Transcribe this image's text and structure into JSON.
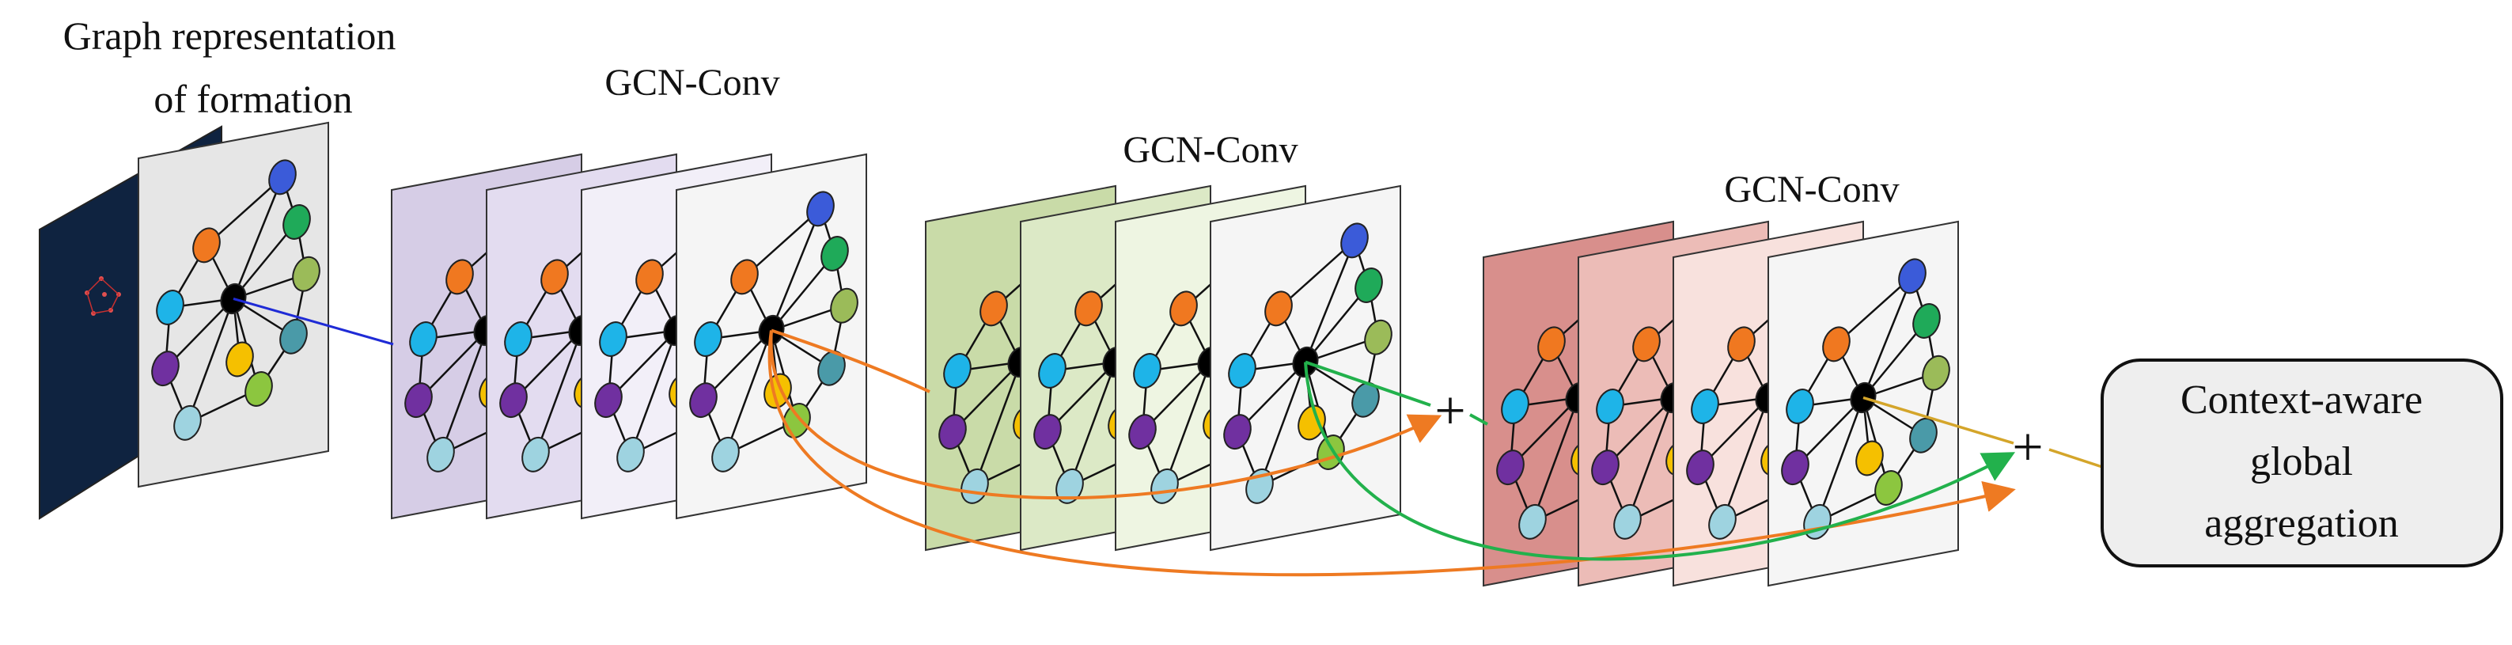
{
  "labels": {
    "input_title_line1": "Graph representation",
    "input_title_line2": "of formation",
    "block1": "GCN-Conv",
    "block2": "GCN-Conv",
    "block3": "GCN-Conv",
    "plus1": "+",
    "plus2": "+"
  },
  "output_box": {
    "line1": "Context-aware",
    "line2": "global",
    "line3": "aggregation"
  },
  "colors": {
    "block1_tints": [
      "#d6cde6",
      "#e3dcf0",
      "#f2eff8",
      "#f5f5f5"
    ],
    "block2_tints": [
      "#c9dba8",
      "#dce9c6",
      "#eef5e2",
      "#f5f5f5"
    ],
    "block3_tints": [
      "#d88f8c",
      "#ecbcb7",
      "#f8e1dd",
      "#f5f5f5"
    ],
    "input_dark": "#0f2340",
    "input_light": "#e6e6e6",
    "skip_orange": "#ee7a22",
    "skip_green": "#22b14c",
    "link_blue": "#1f2bd6",
    "final_link": "#d4a52a",
    "box_fill": "#eeeeee"
  },
  "graph_nodes": [
    {
      "name": "blue-node",
      "color": "#3b5bd9"
    },
    {
      "name": "green-node",
      "color": "#1faa59"
    },
    {
      "name": "olive-node",
      "color": "#9bbb59"
    },
    {
      "name": "teal-node",
      "color": "#4a9aa8"
    },
    {
      "name": "lightgreen-node",
      "color": "#8cc63f"
    },
    {
      "name": "lightblue-node",
      "color": "#9ed3e0"
    },
    {
      "name": "purple-node",
      "color": "#7030a0"
    },
    {
      "name": "cyan-node",
      "color": "#1eb4e8"
    },
    {
      "name": "orange-node",
      "color": "#f07820"
    },
    {
      "name": "yellow-node",
      "color": "#f5c000"
    },
    {
      "name": "center-node",
      "color": "#000000"
    }
  ]
}
